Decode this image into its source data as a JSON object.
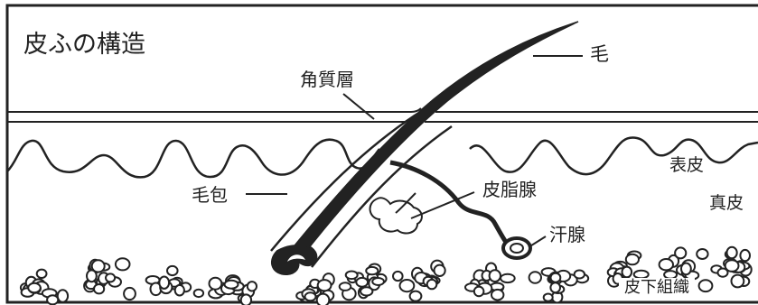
{
  "title": "皮ふの構造",
  "labels": {
    "hair": "毛",
    "stratum_corneum": "角質層",
    "epidermis": "表皮",
    "dermis": "真皮",
    "hair_follicle": "毛包",
    "sebaceous_gland": "皮脂腺",
    "sweat_gland": "汗腺",
    "subcutaneous_tissue": "皮下組織"
  },
  "colors": {
    "ink": "#222222",
    "background": "#ffffff"
  }
}
